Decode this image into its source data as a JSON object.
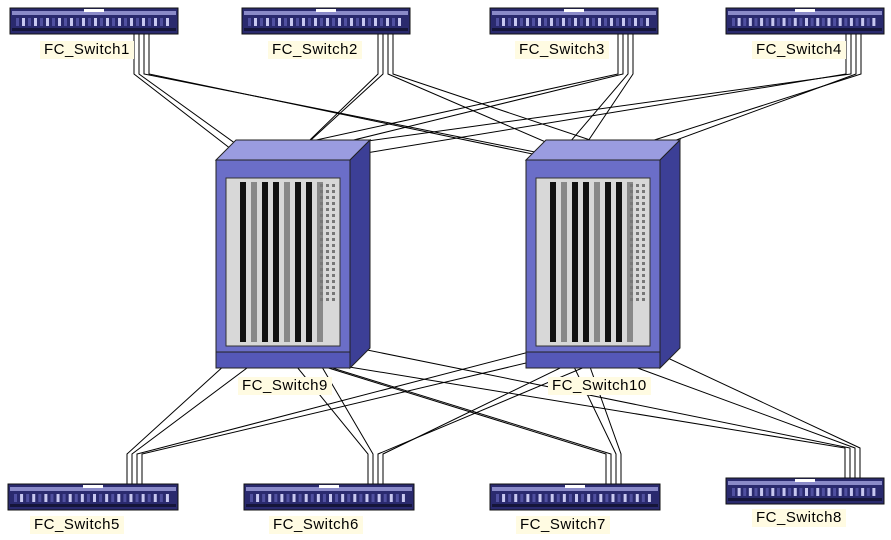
{
  "edge_switches": [
    {
      "id": "sw1",
      "label": "FC_Switch1"
    },
    {
      "id": "sw2",
      "label": "FC_Switch2"
    },
    {
      "id": "sw3",
      "label": "FC_Switch3"
    },
    {
      "id": "sw4",
      "label": "FC_Switch4"
    },
    {
      "id": "sw5",
      "label": "FC_Switch5"
    },
    {
      "id": "sw6",
      "label": "FC_Switch6"
    },
    {
      "id": "sw7",
      "label": "FC_Switch7"
    },
    {
      "id": "sw8",
      "label": "FC_Switch8"
    }
  ],
  "core_switches": [
    {
      "id": "sw9",
      "label": "FC_Switch9"
    },
    {
      "id": "sw10",
      "label": "FC_Switch10"
    }
  ],
  "links": [
    [
      "sw1",
      "sw9"
    ],
    [
      "sw1",
      "sw9"
    ],
    [
      "sw1",
      "sw10"
    ],
    [
      "sw1",
      "sw10"
    ],
    [
      "sw2",
      "sw9"
    ],
    [
      "sw2",
      "sw9"
    ],
    [
      "sw2",
      "sw10"
    ],
    [
      "sw2",
      "sw10"
    ],
    [
      "sw3",
      "sw9"
    ],
    [
      "sw3",
      "sw9"
    ],
    [
      "sw3",
      "sw10"
    ],
    [
      "sw3",
      "sw10"
    ],
    [
      "sw4",
      "sw9"
    ],
    [
      "sw4",
      "sw9"
    ],
    [
      "sw4",
      "sw10"
    ],
    [
      "sw4",
      "sw10"
    ],
    [
      "sw5",
      "sw9"
    ],
    [
      "sw5",
      "sw9"
    ],
    [
      "sw5",
      "sw10"
    ],
    [
      "sw5",
      "sw10"
    ],
    [
      "sw6",
      "sw9"
    ],
    [
      "sw6",
      "sw9"
    ],
    [
      "sw6",
      "sw10"
    ],
    [
      "sw6",
      "sw10"
    ],
    [
      "sw7",
      "sw9"
    ],
    [
      "sw7",
      "sw9"
    ],
    [
      "sw7",
      "sw10"
    ],
    [
      "sw7",
      "sw10"
    ],
    [
      "sw8",
      "sw9"
    ],
    [
      "sw8",
      "sw9"
    ],
    [
      "sw8",
      "sw10"
    ],
    [
      "sw8",
      "sw10"
    ]
  ],
  "colors": {
    "switch_body": "#2a2a6e",
    "core_front": "#6b6ec8",
    "core_side": "#3c3f96",
    "core_top": "#9a9ce0",
    "label_bg": "#fffbe2",
    "link": "#000000"
  }
}
